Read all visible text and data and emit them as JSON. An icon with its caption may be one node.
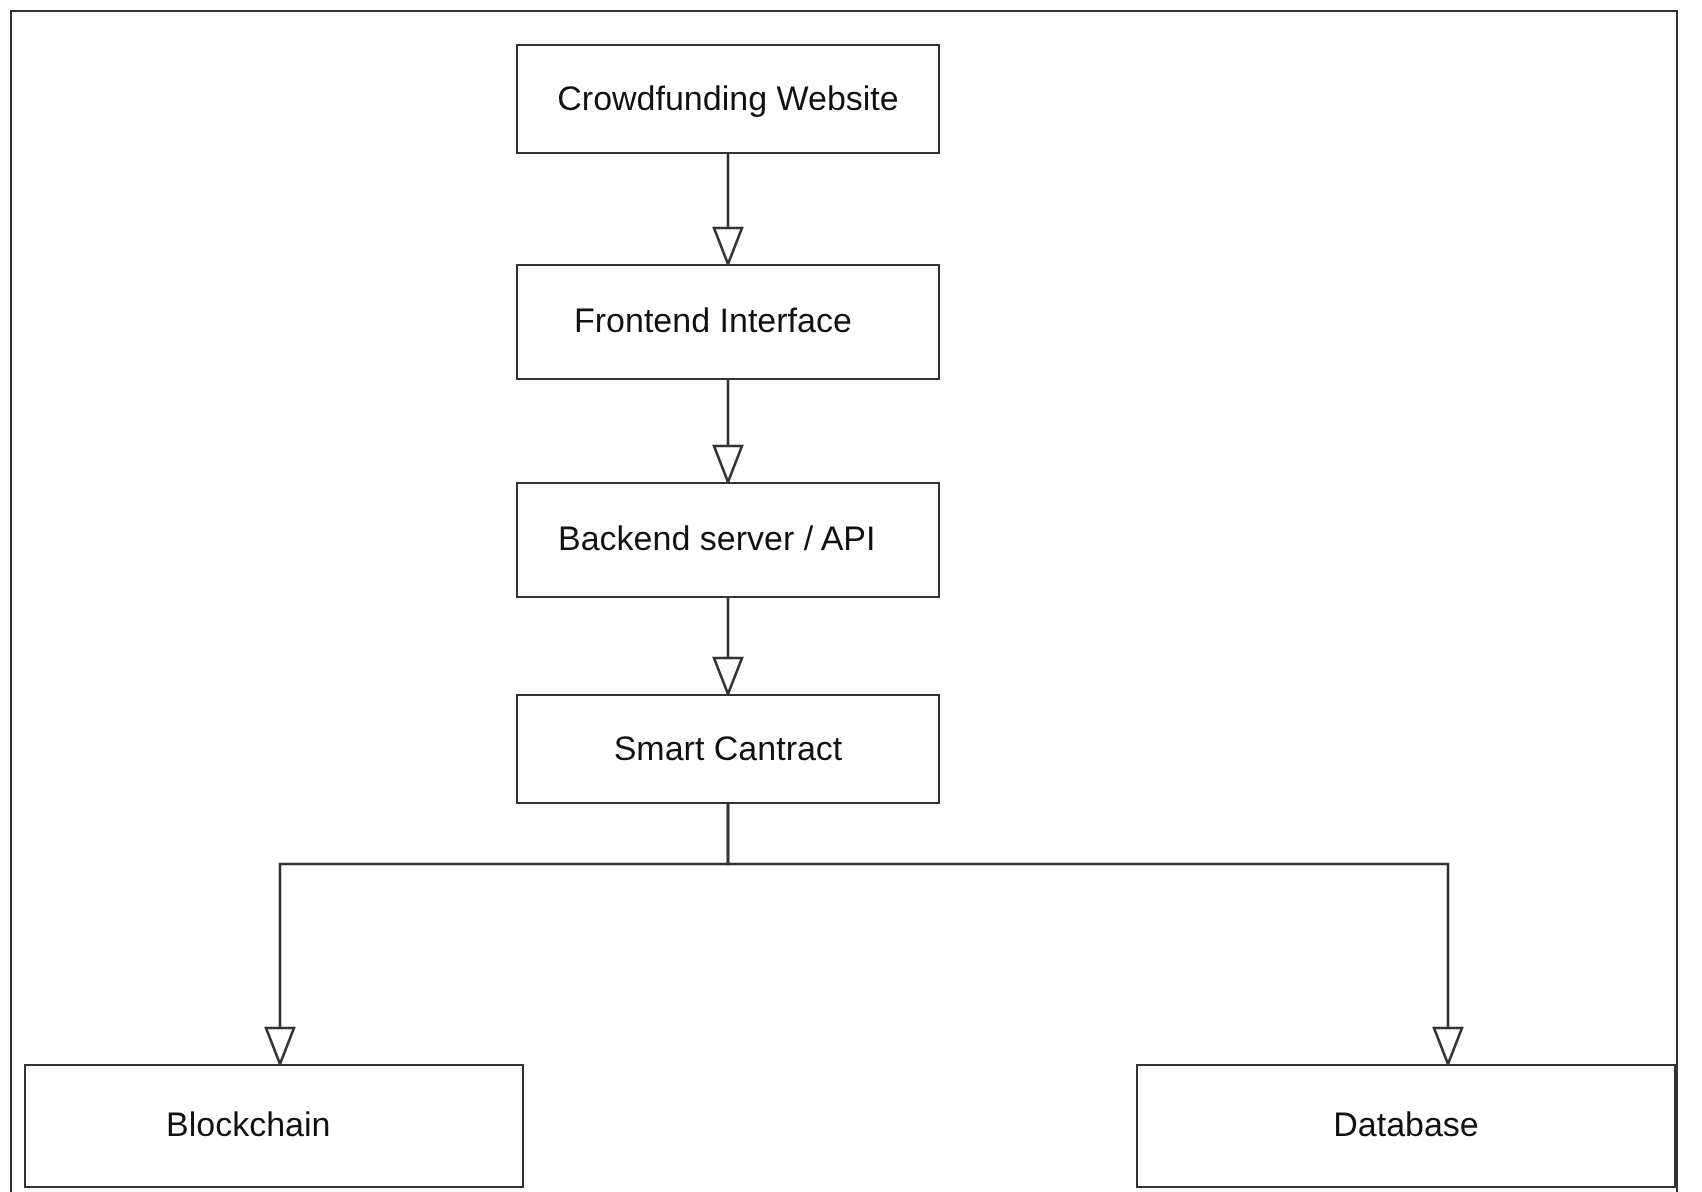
{
  "diagram": {
    "nodes": [
      {
        "text": [
          "Crowdfunding Website"
        ]
      },
      {
        "text": [
          "Frontend Interface"
        ]
      },
      {
        "text": [
          "Backend server / API"
        ]
      },
      {
        "text": [
          "Smart Cantract"
        ]
      },
      {
        "text": [
          "Blockchain"
        ]
      },
      {
        "text": [
          "Database"
        ]
      }
    ],
    "edges": [
      {
        "from": 0,
        "to": 1,
        "arrow": "to"
      },
      {
        "from": 1,
        "to": 2,
        "arrow": "to"
      },
      {
        "from": 2,
        "to": 3,
        "arrow": "to"
      },
      {
        "from": 3,
        "to": 4,
        "arrow": "to"
      },
      {
        "from": 3,
        "to": 5,
        "arrow": "to"
      }
    ]
  }
}
